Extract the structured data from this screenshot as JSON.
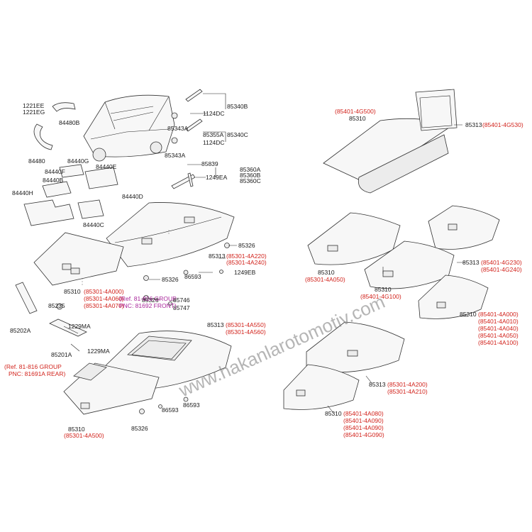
{
  "watermark": "www.hakanlarotomotiv.com",
  "labels": {
    "p1221ee": "1221EE",
    "p1221eg": "1221EG",
    "p84480b": "84480B",
    "p84480": "84480",
    "p85340b": "85340B",
    "p1124dc_1": "1124DC",
    "p85343a_1": "85343A",
    "p85355a": "85355A",
    "p85340c": "85340C",
    "p1124dc_2": "1124DC",
    "p85343a_2": "85343A",
    "p85839": "85839",
    "p85360a": "85360A",
    "p85360b": "85360B",
    "p85360c": "85360C",
    "p1249ea": "1249EA",
    "p84440g": "84440G",
    "p84440e": "84440E",
    "p84440f": "84440F",
    "p84440b": "84440B",
    "p84440d": "84440D",
    "p84440h": "84440H",
    "p84440c": "84440C",
    "p85326_1": "85326",
    "p85313_a": "85313",
    "p85301_4a220": "(85301-4A220)",
    "p85301_4a240": "(85301-4A240)",
    "p1249xx": "1249EB",
    "p86593_1": "86593",
    "p85326_2": "85326",
    "p85326_3": "85326",
    "p85310_a": "85310",
    "p85301_4a000": "(85301-4A000)",
    "p85301_4a060": "(85301-4A060)",
    "p85301_4a070": "(85301-4A070)",
    "p85746": "85746",
    "p85747": "85747",
    "p85235": "85235",
    "p85202a": "85202A",
    "p1229ma_1": "1229MA",
    "p85201a": "85201A",
    "p1229ma_2": "1229MA",
    "ref_group_1": "(Ref. 81-816 GROUP",
    "ref_pnc_1": "PNC: 81692 FRONT)",
    "p85313_b": "85313",
    "p85301_4a550": "(85301-4A550)",
    "p85301_4a560": "(85301-4A560)",
    "ref_group_2": "(Ref. 81-816 GROUP",
    "ref_pnc_2": "PNC: 81691A REAR)",
    "p86593_2": "86593",
    "p86593_3": "86593",
    "p85310_b": "85310",
    "p85301_4a500": "(85301-4A500)",
    "p85326_4": "85326",
    "p85401_4g500": "(85401-4G500)",
    "p85310_c": "85310",
    "p85313_c": "85313",
    "p85401_4g530": "(85401-4G530)",
    "p85310_d": "85310",
    "p85301_4a050": "(85301-4A050)",
    "p85313_d": "85313",
    "p85401_4g230": "(85401-4G230)",
    "p85401_4g240": "(85401-4G240)",
    "p85310_e": "85310",
    "p85401_4g100": "(85401-4G100)",
    "p85310_f": "85310",
    "p85401_4a000": "(85401-4A000)",
    "p85401_4a010": "(85401-4A010)",
    "p85401_4a040": "(85401-4A040)",
    "p85401_4a050": "(85401-4A050)",
    "p85401_4a100": "(85401-4A100)",
    "p85313_e": "85313",
    "p85301_4a200": "(85301-4A200)",
    "p85301_4a210": "(85301-4A210)",
    "p85310_g": "85310",
    "p85401_4a080": "(85401-4A080)",
    "p85401_4a090_1": "(85401-4A090)",
    "p85401_4a090_2": "(85401-4A090)",
    "p85401_4g090": "(85401-4G090)"
  },
  "colors": {
    "part_number_ref": "#d2231c",
    "group_ref": "#a8259a",
    "line": "#222222"
  }
}
